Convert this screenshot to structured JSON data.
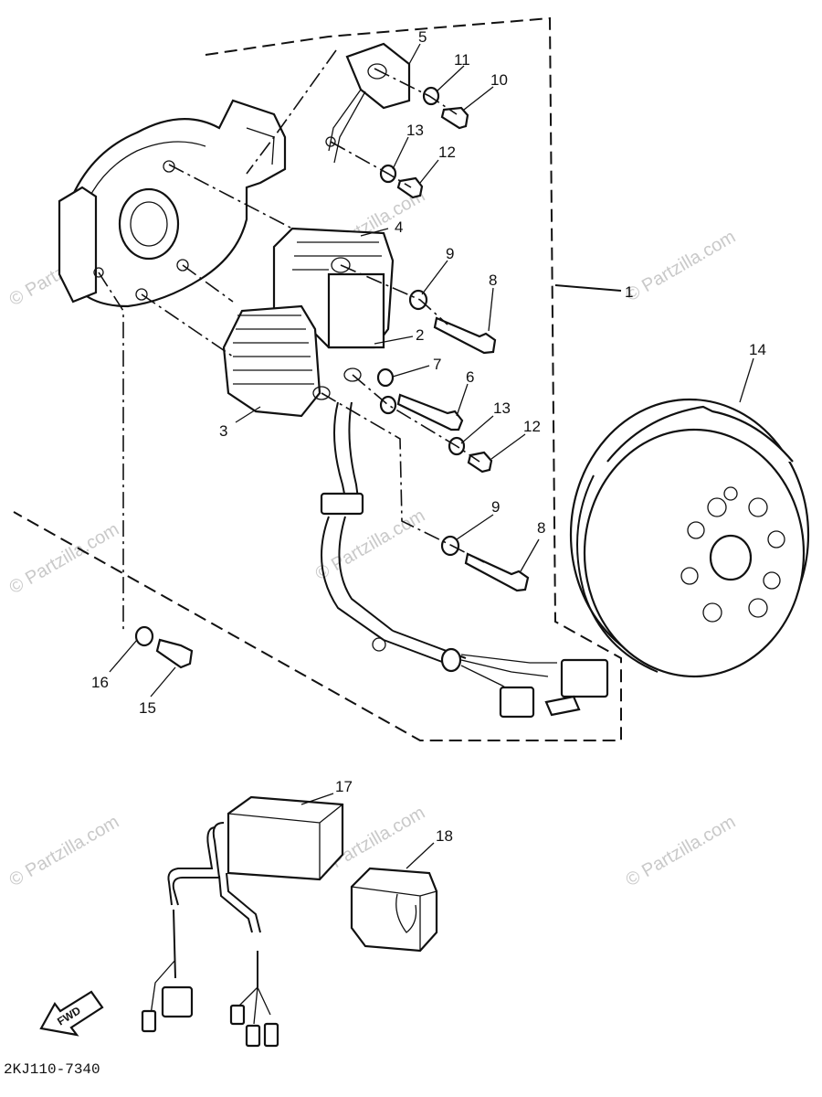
{
  "watermark": "© Partzilla.com",
  "diagram_code": "2KJ110-7340",
  "fwd_label": "FWD",
  "callouts": {
    "c1": "1",
    "c2": "2",
    "c3": "3",
    "c4": "4",
    "c5": "5",
    "c6": "6",
    "c7": "7",
    "c8a": "8",
    "c8b": "8",
    "c9a": "9",
    "c9b": "9",
    "c10": "10",
    "c11": "11",
    "c12a": "12",
    "c12b": "12",
    "c13a": "13",
    "c13b": "13",
    "c14": "14",
    "c15": "15",
    "c16": "16",
    "c17": "17",
    "c18": "18"
  }
}
